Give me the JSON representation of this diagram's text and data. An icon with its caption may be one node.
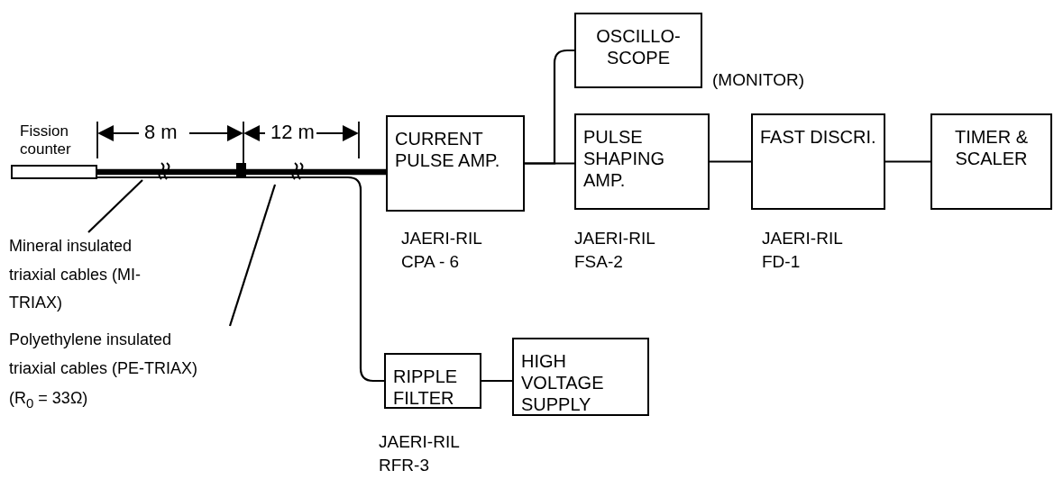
{
  "diagram": {
    "nodes": [
      {
        "text": [
          "Fission counter"
        ]
      },
      {
        "text": [
          "CURRENT PULSE AMP."
        ],
        "beside": [
          "JAERI-RIL CPA - 6"
        ]
      },
      {
        "text": [
          "OSCILLO- SCOPE"
        ],
        "beside": [
          "(MONITOR)"
        ]
      },
      {
        "text": [
          "PULSE SHAPING AMP."
        ],
        "beside": [
          "JAERI-RIL FSA-2"
        ]
      },
      {
        "text": [
          "FAST DISCRI."
        ],
        "beside": [
          "JAERI-RIL FD-1"
        ]
      },
      {
        "text": [
          "TIMER & SCALER"
        ]
      },
      {
        "text": [
          "RIPPLE FILTER"
        ],
        "beside": [
          "JAERI-RIL RFR-3"
        ]
      },
      {
        "text": [
          "HIGH VOLTAGE SUPPLY"
        ]
      },
      {
        "text": [
          "Mineral insulated triaxial cables (MI-TRIAX)"
        ]
      },
      {
        "text": [
          "Polyethylene insulated triaxial cables (PE-TRIAX)",
          "(R$_{0}$ = 33Ω)"
        ]
      }
    ],
    "edges": [
      {
        "from": 0,
        "to": 1,
        "arrow": "none",
        "style": "thick"
      },
      {
        "from": 1,
        "to": 3,
        "arrow": "none"
      },
      {
        "from": 1,
        "to": 2,
        "arrow": "none"
      },
      {
        "from": 3,
        "to": 4,
        "arrow": "none"
      },
      {
        "from": 4,
        "to": 5,
        "arrow": "none"
      },
      {
        "from": 0,
        "to": 6,
        "arrow": "none"
      },
      {
        "from": 6,
        "to": 7,
        "arrow": "none"
      },
      {
        "from": 8,
        "to": null,
        "arrow": "none"
      },
      {
        "from": 9,
        "to": null,
        "arrow": "none"
      }
    ],
    "labels": [
      "8 m",
      "12 m"
    ]
  }
}
